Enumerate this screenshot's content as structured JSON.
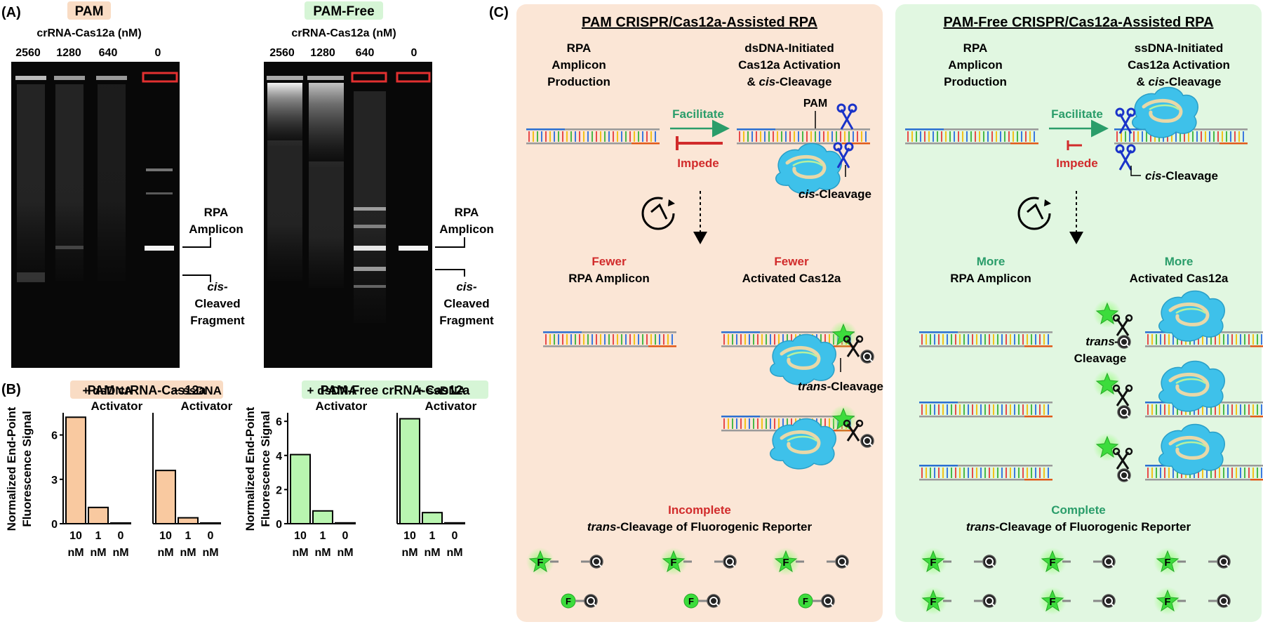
{
  "panel_a": {
    "letter": "(A)",
    "gel1": {
      "tag": "PAM",
      "tag_bg": "#f9dcc4",
      "axis_title": "crRNA-Cas12a (nM)",
      "lanes": [
        "2560",
        "1280",
        "640",
        "0"
      ],
      "band_labels": {
        "amplicon_line1": "RPA",
        "amplicon_line2": "Amplicon",
        "frag_line1": "cis-",
        "frag_line2": "Cleaved",
        "frag_line3": "Fragment"
      }
    },
    "gel2": {
      "tag": "PAM-Free",
      "tag_bg": "#d6f5d6",
      "axis_title": "crRNA-Cas12a (nM)",
      "lanes": [
        "2560",
        "1280",
        "640",
        "0"
      ],
      "band_labels": {
        "amplicon_line1": "RPA",
        "amplicon_line2": "Amplicon",
        "frag_line1": "cis-",
        "frag_line2": "Cleaved",
        "frag_line3": "Fragment"
      }
    }
  },
  "panel_b": {
    "letter": "(B)",
    "group1_title": "PAM crRNA-Cas12a",
    "group2_title": "PAM-Free crRNA-Cas12a",
    "ylabel_line1": "Normalized End-Point",
    "ylabel_line2": "Fluorescence Signal",
    "unit": "nM"
  },
  "chart_data": [
    {
      "type": "bar",
      "title": "PAM crRNA-Cas12a",
      "subtitle": "+ dsDNA Activator",
      "categories": [
        "10",
        "1",
        "0"
      ],
      "values": [
        7.2,
        1.1,
        0.05
      ],
      "ylim": [
        0,
        7.5
      ],
      "yticks": [
        0,
        3,
        6
      ],
      "color": "#f9c9a0"
    },
    {
      "type": "bar",
      "title": "PAM crRNA-Cas12a",
      "subtitle": "+ ssDNA Activator",
      "categories": [
        "10",
        "1",
        "0"
      ],
      "values": [
        3.6,
        0.4,
        0.05
      ],
      "ylim": [
        0,
        7.5
      ],
      "color": "#f9c9a0"
    },
    {
      "type": "bar",
      "title": "PAM-Free crRNA-Cas12a",
      "subtitle": "+ dsDNA Activator",
      "categories": [
        "10",
        "1",
        "0"
      ],
      "values": [
        4.05,
        0.75,
        0.05
      ],
      "ylim": [
        0,
        6.5
      ],
      "yticks": [
        0,
        2,
        4,
        6
      ],
      "color": "#b9f5b0"
    },
    {
      "type": "bar",
      "title": "PAM-Free crRNA-Cas12a",
      "subtitle": "+ ssDNA Activator",
      "categories": [
        "10",
        "1",
        "0"
      ],
      "values": [
        6.15,
        0.65,
        0.05
      ],
      "ylim": [
        0,
        6.5
      ],
      "color": "#b9f5b0"
    }
  ],
  "panel_c": {
    "letter": "(C)",
    "left": {
      "bg": "#fbe6d6",
      "title": "PAM CRISPR/Cas12a-Assisted RPA",
      "col1_line1": "RPA",
      "col1_line2": "Amplicon",
      "col1_line3": "Production",
      "col2_line1": "dsDNA-Initiated",
      "col2_line2": "Cas12a Activation",
      "col2_line3_pre": "& ",
      "col2_line3_it": "cis",
      "col2_line3_post": "-Cleavage",
      "facilitate": "Facilitate",
      "impede": "Impede",
      "pam": "PAM",
      "cis_cleavage_it": "cis",
      "cis_cleavage_post": "-Cleavage",
      "result1_word": "Fewer",
      "result1_line2": "RPA Amplicon",
      "result2_word": "Fewer",
      "result2_line2": "Activated Cas12a",
      "trans_it": "trans",
      "trans_post": "-Cleavage",
      "bottom_word": "Incomplete",
      "bottom_it": "trans",
      "bottom_post": "-Cleavage of Fluorogenic Reporter",
      "word_color": "#d12b2b"
    },
    "right": {
      "bg": "#e1f7e1",
      "title": "PAM-Free CRISPR/Cas12a-Assisted RPA",
      "col1_line1": "RPA",
      "col1_line2": "Amplicon",
      "col1_line3": "Production",
      "col2_line1": "ssDNA-Initiated",
      "col2_line2": "Cas12a Activation",
      "col2_line3_pre": "& ",
      "col2_line3_it": "cis",
      "col2_line3_post": "-Cleavage",
      "facilitate": "Facilitate",
      "impede": "Impede",
      "cis_cleavage_it": "cis",
      "cis_cleavage_post": "-Cleavage",
      "result1_word": "More",
      "result1_line2": "RPA Amplicon",
      "result2_word": "More",
      "result2_line2": "Activated Cas12a",
      "trans_it": "trans",
      "trans_post": "-",
      "trans_line2": "Cleavage",
      "bottom_word": "Complete",
      "bottom_it": "trans",
      "bottom_post": "-Cleavage of Fluorogenic Reporter",
      "word_color": "#2a9d6a"
    },
    "reporter_f": "F",
    "reporter_q": "Q",
    "colors": {
      "facilitate": "#2a9d6a",
      "impede": "#d12b2b",
      "cas": "#3ec1ea",
      "scissors": "#1a33c9",
      "fluor": "#3cdc3c"
    }
  }
}
